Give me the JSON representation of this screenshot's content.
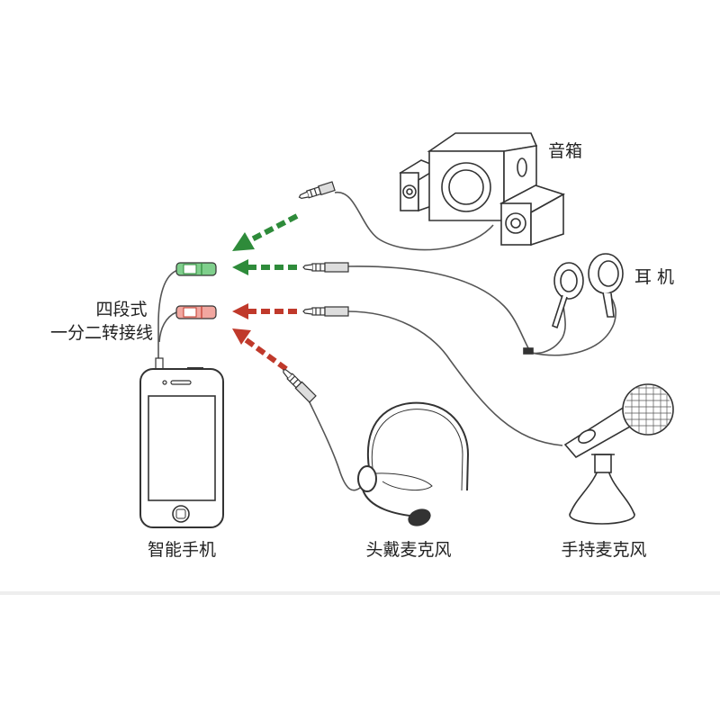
{
  "labels": {
    "speaker": "音箱",
    "earphone": "耳 机",
    "adapter_line1": "四段式",
    "adapter_line2": "一分二转接线",
    "phone": "智能手机",
    "headset_mic": "头戴麦克风",
    "handheld_mic": "手持麦克风"
  },
  "colors": {
    "green": "#2e8b3a",
    "red": "#c0392b",
    "line": "#555555",
    "outline": "#333333"
  },
  "icons": [
    "smartphone-icon",
    "speaker-set-icon",
    "earphones-icon",
    "headset-microphone-icon",
    "handheld-microphone-icon",
    "audio-jack-plug-icon",
    "splitter-adapter-icon"
  ]
}
